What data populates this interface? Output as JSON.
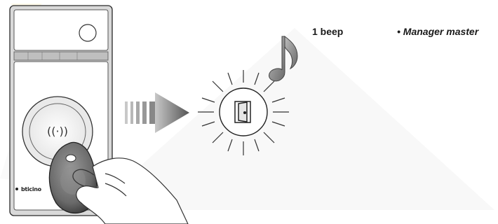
{
  "step": {
    "beep_count": "1 beep",
    "mode": "• Manager master"
  },
  "device": {
    "brand": "bticino",
    "rfid_symbol": "((·))"
  },
  "icons": {
    "arrow": "right-arrow-icon",
    "door": "door-open-icon",
    "note": "music-note-icon",
    "hand": "hand-holding-fob-icon"
  }
}
